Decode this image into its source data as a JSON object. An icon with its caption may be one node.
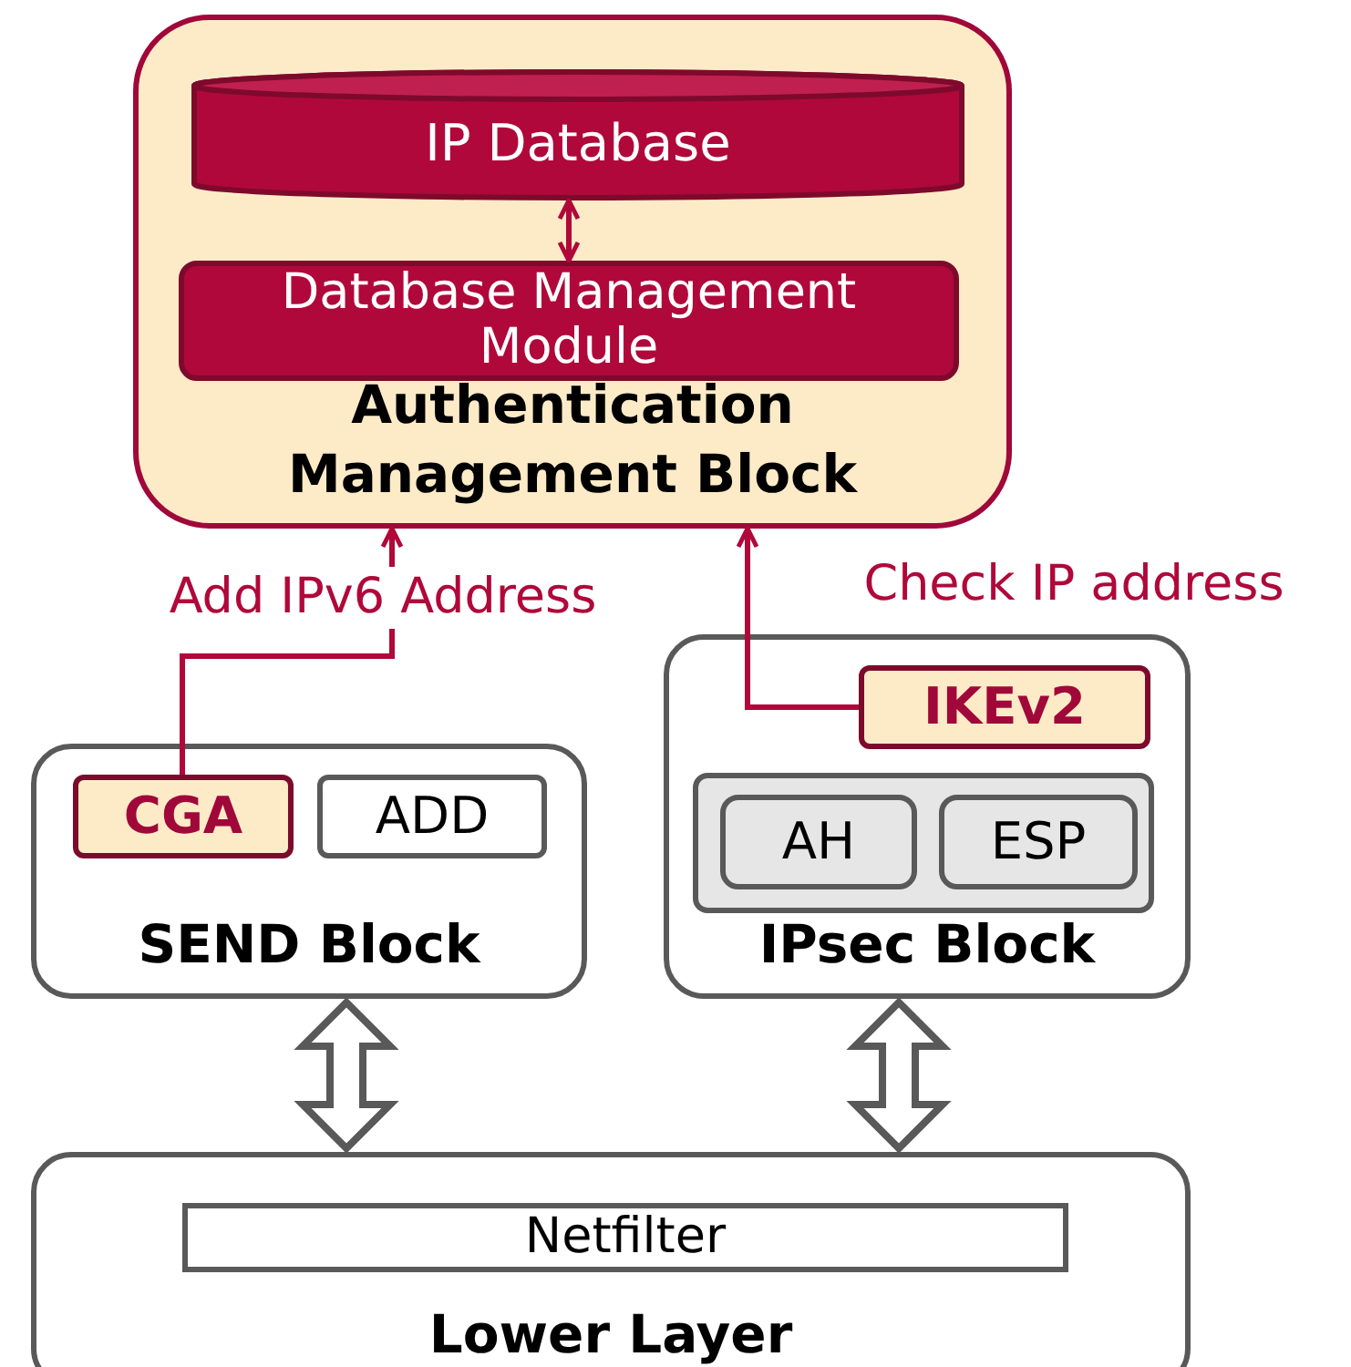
{
  "diagram": {
    "nodes": [
      {
        "text": [
          "Authentication Management Block"
        ]
      },
      {
        "text": [
          "IP Database"
        ],
        "in": 0
      },
      {
        "text": [
          "Database Management Module"
        ],
        "in": 0
      },
      {
        "text": [
          "SEND Block"
        ]
      },
      {
        "text": [
          "CGA"
        ],
        "in": 3
      },
      {
        "text": [
          "ADD"
        ],
        "in": 3
      },
      {
        "text": [
          "IPsec Block"
        ]
      },
      {
        "text": [
          "IKEv2"
        ],
        "in": 6
      },
      {
        "text": [],
        "shape": "box",
        "in": 6
      },
      {
        "text": [
          "AH"
        ],
        "in": 8
      },
      {
        "text": [
          "ESP"
        ],
        "in": 8
      },
      {
        "text": [
          "Lower Layer"
        ]
      },
      {
        "text": [
          "Netfilter"
        ],
        "in": 11
      }
    ],
    "edges": [
      {
        "from": 1,
        "to": 2,
        "arrow": "both"
      },
      {
        "from": 4,
        "to": 0,
        "arrow": "to",
        "label": "Add IPv6 Address"
      },
      {
        "from": 7,
        "to": 0,
        "arrow": "to",
        "label": "Check IP address"
      },
      {
        "from": 3,
        "to": 11,
        "arrow": "both",
        "style": "thick",
        "color": "#595959"
      },
      {
        "from": 6,
        "to": 11,
        "arrow": "both",
        "style": "thick",
        "color": "#595959"
      }
    ]
  }
}
